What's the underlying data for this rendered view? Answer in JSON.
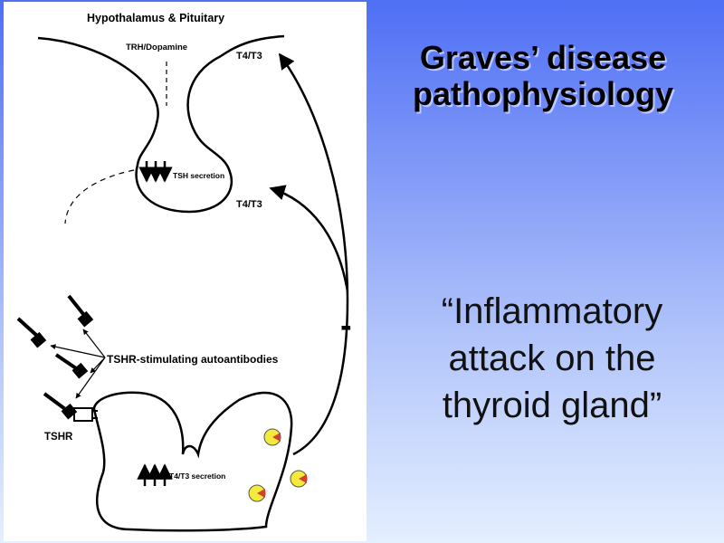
{
  "slide": {
    "title_lines": [
      "Graves’ disease",
      "pathophysiology"
    ],
    "quote_lines": [
      "“Inflammatory",
      "attack on the",
      "thyroid gland”"
    ]
  },
  "diagram": {
    "hypothalamus_label": "Hypothalamus & Pituitary",
    "trh_label": "TRH/Dopamine",
    "t4t3_upper": "T4/T3",
    "t4t3_lower": "T4/T3",
    "tsh_secretion": "TSH secretion",
    "autoantibodies": "TSHR-stimulating autoantibodies",
    "tshr": "TSHR",
    "t4t3_secretion": "T4/T3 secretion",
    "feedback_sign": "-"
  },
  "colors": {
    "slide_bg_top": "#4f6ff5",
    "slide_bg_bottom": "#e4efff",
    "panel": "#ffffff",
    "ink": "#000000"
  }
}
